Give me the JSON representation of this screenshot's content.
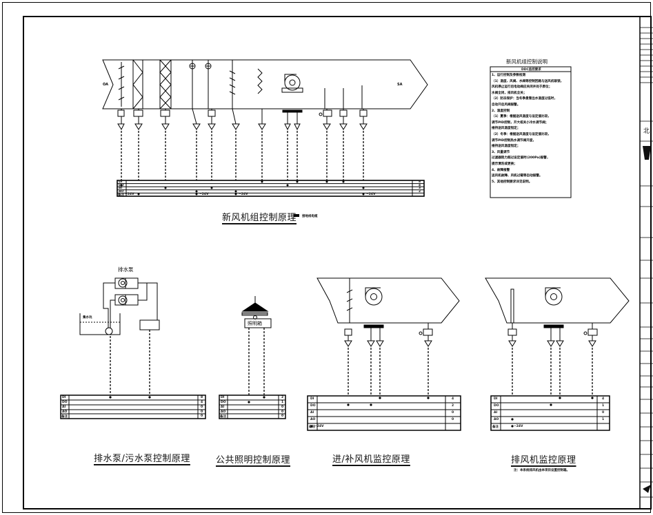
{
  "panels": {
    "fresh_air": {
      "ahu_labels": {
        "inlet": "OA",
        "outlet": "SA"
      },
      "title": "新风机组控制原理",
      "legend_text": "接地线电缆",
      "table": {
        "rows": [
          "DI",
          "DO",
          "AI",
          "AO",
          "备注"
        ],
        "counts": [
          "8",
          "4",
          "3",
          "2"
        ],
        "power": [
          "~24V",
          "~24V",
          "~24V",
          "~24V"
        ]
      }
    },
    "drain_pump": {
      "equipment_label": "排水泵",
      "tank_label": "集水坑",
      "title": "排水泵/污水泵控制原理",
      "table": {
        "rows": [
          "DI",
          "DO",
          "AI",
          "AO",
          "备注"
        ],
        "counts": [
          "8",
          "4",
          "0",
          "0",
          "0"
        ]
      }
    },
    "lighting": {
      "box_label": "照明箱",
      "title": "公共照明控制原理",
      "table": {
        "rows": [
          "DI",
          "DO",
          "AI",
          "AO",
          "备注"
        ],
        "counts": [
          "2",
          "1",
          "0",
          "0",
          "0"
        ]
      }
    },
    "supply_fan": {
      "title": "进/补风机监控原理",
      "table": {
        "rows": [
          "DI",
          "DO",
          "AI",
          "AO",
          "备注"
        ],
        "counts": [
          "4",
          "2",
          "0",
          "0"
        ],
        "power": "~24V"
      }
    },
    "exhaust_fan": {
      "title": "排风机监控原理",
      "note": "注：本系统排风机由本项目设置控制箱。",
      "table": {
        "rows": [
          "DI",
          "DO",
          "AI",
          "AO",
          "备注"
        ],
        "counts": [
          "4",
          "1",
          "0",
          "1"
        ],
        "power": "~24V"
      }
    }
  },
  "control_notes": {
    "heading": "新风机组控制说明",
    "subheading": "DDC监控要求",
    "lines": [
      "1、运行控制及参数检测",
      "（1）温度、风阀、水阀等控制回路与送风机联锁，",
      "    风机停止运行后电动阀应关闭并处于原位；",
      "    水阀全闭，排风机全关；",
      "（2）防冻保护：当冬季盘管出水温度过低时，",
      "    自动开启风阀报警。",
      "2、温度控制",
      "（1）夏季：根据送风温度与设定值比较，",
      "    调节PID控制，开大或关小冷水调节阀；",
      "    维持送风温度恒定；",
      "（2）冬季：根据送风温度与设定值比较，",
      "    调节PID控制热水调节阀开度，",
      "    维持送风温度恒定；",
      "3、风量调节",
      "    过滤器阻力超过设定值时(200Pa)报警，",
      "    提示清洗或更换；",
      "4、故障报警",
      "    送风机故障、风机过载等自动报警。",
      "5、其他控制要求详见说明。"
    ]
  },
  "title_block": {
    "label_text": "北"
  }
}
